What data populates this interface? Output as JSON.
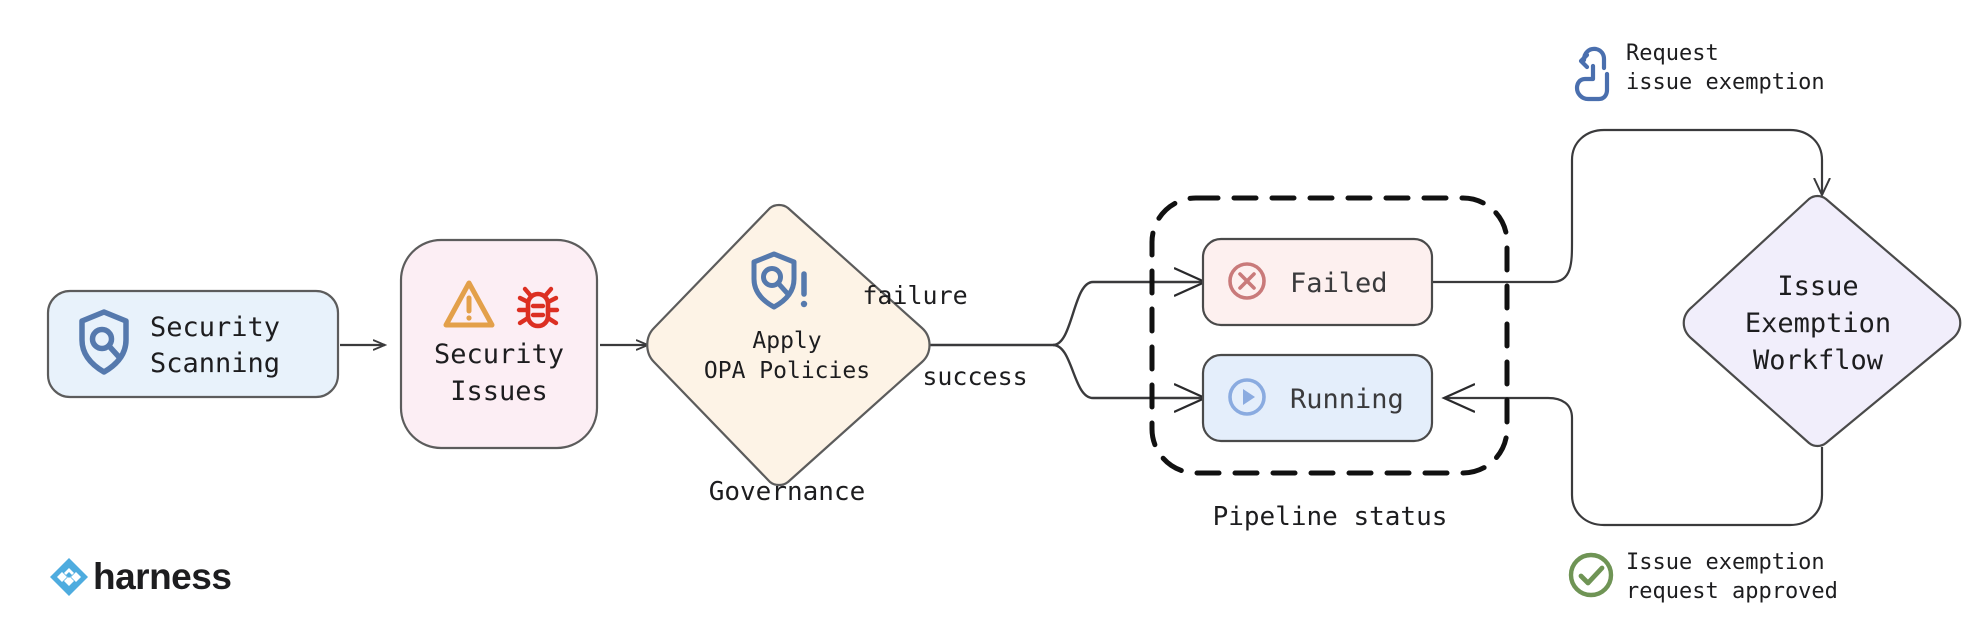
{
  "diagram": {
    "title": "Security scanning governance and issue exemption workflow",
    "background": "#ffffff"
  },
  "nodes": {
    "security_scanning": {
      "label_line1": "Security",
      "label_line2": "Scanning",
      "icon": "shield-search-icon",
      "fill": "#e8f2fb",
      "stroke": "#5c5c5c",
      "icon_color": "#5579ad"
    },
    "security_issues": {
      "label_line1": "Security",
      "label_line2": "Issues",
      "icon_warning": "warning-triangle-icon",
      "icon_bug": "bug-icon",
      "fill": "#fceef4",
      "stroke": "#5c5c5c",
      "warning_color": "#e3a04a",
      "bug_color": "#dc2f22"
    },
    "apply_opa": {
      "label_line1": "Apply",
      "label_line2": "OPA Policies",
      "caption": "Governance",
      "icon": "shield-policy-alert-icon",
      "fill": "#fdf3e6",
      "stroke": "#5c5c5c",
      "icon_color": "#5579ad"
    },
    "failed": {
      "label": "Failed",
      "icon": "circle-x-icon",
      "fill": "#fdf0ef",
      "stroke": "#4a4a4a",
      "icon_color": "#c97a7a"
    },
    "running": {
      "label": "Running",
      "icon": "circle-play-icon",
      "fill": "#e4eefb",
      "stroke": "#4a4a4a",
      "icon_color": "#8aabe0"
    },
    "pipeline_status_group": {
      "caption": "Pipeline status",
      "stroke": "#111111",
      "style": "dashed"
    },
    "issue_exemption_workflow": {
      "label_line1": "Issue",
      "label_line2": "Exemption",
      "label_line3": "Workflow",
      "fill": "#f1eefb",
      "stroke": "#4a4a4a"
    }
  },
  "edges": {
    "scanning_to_issues": {
      "label": ""
    },
    "issues_to_opa": {
      "label": ""
    },
    "opa_failure": {
      "label": "failure"
    },
    "opa_success": {
      "label": "success"
    },
    "failed_to_workflow": {
      "label": ""
    },
    "workflow_to_running": {
      "label": ""
    }
  },
  "annotations": {
    "request": {
      "icon": "tap-hand-icon",
      "icon_color": "#4a6fae",
      "line1": "Request",
      "line2": "issue exemption"
    },
    "approved": {
      "icon": "check-circle-icon",
      "icon_color": "#6f9455",
      "line1": "Issue exemption",
      "line2": "request approved"
    }
  },
  "brand": {
    "name": "harness",
    "logo": "harness-logo-icon",
    "logo_color": "#4eacdf",
    "text_color": "#1d1d1f"
  }
}
